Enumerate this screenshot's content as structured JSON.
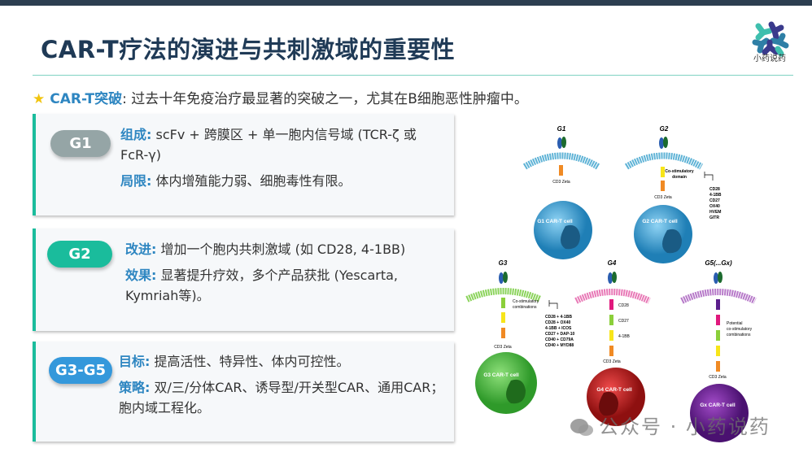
{
  "title": "CAR-T疗法的演进与共刺激域的重要性",
  "logo": {
    "text": "小药说药",
    "colors": [
      "#3fbfae",
      "#3a3a8c",
      "#2e7fa6"
    ]
  },
  "intro": {
    "icon": "star-icon",
    "label": "CAR-T突破",
    "text": ": 过去十年免疫治疗最显著的突破之一，尤其在B细胞恶性肿瘤中。"
  },
  "cards": [
    {
      "badge": "G1",
      "badge_color": "#95a5a6",
      "lines": [
        {
          "label": "组成:",
          "text": " scFv + 跨膜区 + 单一胞内信号域 (TCR-ζ 或 FcR-γ)"
        },
        {
          "label": "局限:",
          "text": " 体内增殖能力弱、细胞毒性有限。"
        }
      ]
    },
    {
      "badge": "G2",
      "badge_color": "#1abc9c",
      "lines": [
        {
          "label": "改进:",
          "text": " 增加一个胞内共刺激域 (如 CD28, 4-1BB)"
        },
        {
          "label": "效果:",
          "text": " 显著提升疗效，多个产品获批 (Yescarta, Kymriah等)。"
        }
      ]
    },
    {
      "badge": "G3-G5",
      "badge_color": "#3498db",
      "lines": [
        {
          "label": "目标:",
          "text": " 提高活性、特异性、体内可控性。"
        },
        {
          "label": "策略:",
          "text": " 双/三/分体CAR、诱导型/开关型CAR、通用CAR；胞内域工程化。"
        }
      ]
    }
  ],
  "figure": {
    "g1": {
      "title": "G1",
      "zeta": "CD3 Zeta",
      "cell": "G1 CAR-T cell"
    },
    "g2": {
      "title": "G2",
      "costim": "Co-stimulatory",
      "costim2": "domain",
      "zeta": "CD3 Zeta",
      "cell": "G2 CAR-T cell",
      "options": [
        "CD28",
        "4-1BB",
        "CD27",
        "OX40",
        "HVEM",
        "GITR"
      ]
    },
    "g3": {
      "title": "G3",
      "costim": "Co-stimulatory",
      "costim2": "combinations",
      "zeta": "CD3 Zeta",
      "cell": "G3 CAR-T cell",
      "options": [
        "CD28 + 4-1BB",
        "CD28 + OX40",
        "4-1BB + ICOS",
        "CD27 + DAP-10",
        "CD40 + CD79A",
        "CD40 + MYD88"
      ]
    },
    "g4": {
      "title": "G4",
      "domains": [
        "CD28",
        "CD27",
        "4-1BB"
      ],
      "zeta": "CD3 Zeta",
      "cell": "G4 CAR-T cell"
    },
    "g5": {
      "title": "G5(...Gx)",
      "note": [
        "Potential",
        "co-stimulatory",
        "combinations"
      ],
      "zeta": "CD3 Zeta",
      "cell": "Gx CAR-T cell"
    }
  },
  "watermark": "公众号 · 小药说药"
}
